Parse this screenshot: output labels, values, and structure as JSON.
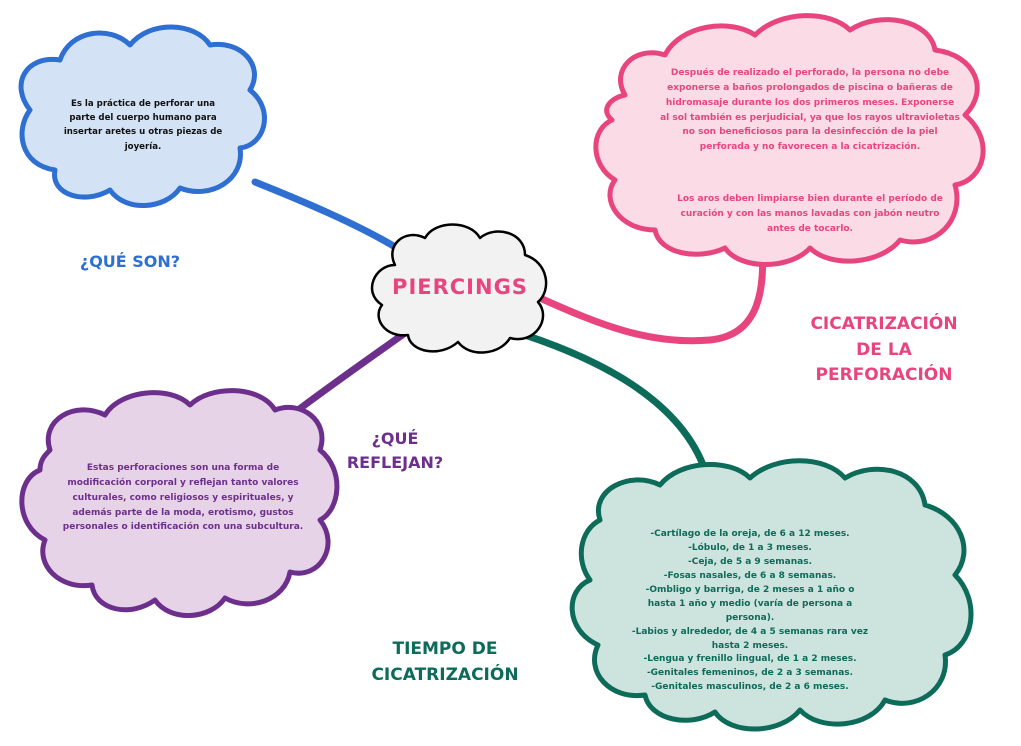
{
  "title": "PIERCINGS",
  "branches": {
    "que_son": {
      "heading": "¿QUÉ SON?",
      "text": "Es la práctica de perforar una parte del cuerpo humano para insertar aretes u otras piezas de joyería.",
      "color": "#2e6fd1",
      "fill": "#d3e2f5"
    },
    "cicatrizacion": {
      "heading_lines": [
        "CICATRIZACIÓN",
        "DE LA",
        "PERFORACIÓN"
      ],
      "paragraph1": "Después de realizado el perforado, la persona no debe exponerse a baños prolongados de piscina o bañeras de hidromasaje durante los dos primeros meses. Exponerse al sol también es perjudicial, ya que los rayos ultravioletas no son beneficiosos para la desinfección de la piel perforada y no favorecen a la cicatrización.",
      "paragraph2": "Los aros deben limpiarse bien durante el período de curación y con las manos lavadas con jabón neutro antes de tocarlo.",
      "color": "#e8457f",
      "fill": "#fbdbe6"
    },
    "reflejan": {
      "heading_lines": [
        "¿QUÉ",
        "REFLEJAN?"
      ],
      "text": "Estas perforaciones son una forma de modificación corporal y reflejan tanto valores culturales, como religiosos y espirituales, y además parte de la moda, erotismo, gustos personales o identificación con una subcultura.",
      "color": "#6d2f8c",
      "fill": "#e7d3e8"
    },
    "tiempo": {
      "heading_lines": [
        "TIEMPO DE",
        "CICATRIZACIÓN"
      ],
      "items": [
        "-Cartílago de la oreja, de 6 a 12 meses.",
        "-Lóbulo, de 1 a 3 meses.",
        "-Ceja, de 5 a 9 semanas.",
        "-Fosas nasales, de 6 a 8 semanas.",
        "-Ombligo y barriga, de 2 meses a 1 año o hasta 1 año y medio (varía de persona a persona).",
        "-Labios y alrededor, de 4 a 5 semanas rara vez hasta 2 meses.",
        "-Lengua y frenillo lingual, de 1 a 2 meses.",
        "-Genitales femeninos, de 2 a 3 semanas.",
        "-Genitales masculinos, de 2 a 6 meses."
      ],
      "color": "#0d6b5a",
      "fill": "#cde3dd"
    }
  }
}
